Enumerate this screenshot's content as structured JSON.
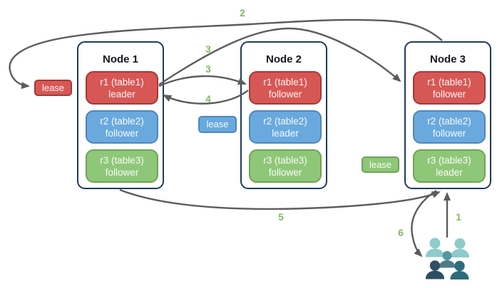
{
  "nodes": [
    {
      "title": "Node 1",
      "replicas": [
        {
          "line1": "r1 (table1)",
          "line2": "leader",
          "color": "red"
        },
        {
          "line1": "r2 (table2)",
          "line2": "follower",
          "color": "blue"
        },
        {
          "line1": "r3 (table3)",
          "line2": "follower",
          "color": "green"
        }
      ]
    },
    {
      "title": "Node 2",
      "replicas": [
        {
          "line1": "r1 (table1)",
          "line2": "follower",
          "color": "red"
        },
        {
          "line1": "r2 (table2)",
          "line2": "leader",
          "color": "blue"
        },
        {
          "line1": "r3 (table3)",
          "line2": "follower",
          "color": "green"
        }
      ]
    },
    {
      "title": "Node 3",
      "replicas": [
        {
          "line1": "r1 (table1)",
          "line2": "follower",
          "color": "red"
        },
        {
          "line1": "r2 (table2)",
          "line2": "follower",
          "color": "blue"
        },
        {
          "line1": "r3 (table3)",
          "line2": "leader",
          "color": "green"
        }
      ]
    }
  ],
  "leases": [
    {
      "label": "lease",
      "color": "red"
    },
    {
      "label": "lease",
      "color": "blue"
    },
    {
      "label": "lease",
      "color": "green"
    }
  ],
  "steps": [
    {
      "label": "2"
    },
    {
      "label": "3"
    },
    {
      "label": "3"
    },
    {
      "label": "4"
    },
    {
      "label": "5"
    },
    {
      "label": "6"
    },
    {
      "label": "1"
    }
  ],
  "icons": {
    "clients": "user-group-icon"
  },
  "colors": {
    "red-fill": "#d75755",
    "red-stroke": "#a23a38",
    "blue-fill": "#6aa9de",
    "blue-stroke": "#4d86c0",
    "green-fill": "#8fc778",
    "green-stroke": "#6fa356",
    "node-stroke": "#1f3a5f",
    "arrow": "#5c5c5c",
    "num": "#7fbb60",
    "title": "#17171f",
    "p-light": "#8ecbcb",
    "p-mid-head": "#4f98a2",
    "p-mid-body": "#4e7b8a",
    "p-dark-left": "#2e4e63",
    "p-dark-right": "#2e6b7d"
  }
}
